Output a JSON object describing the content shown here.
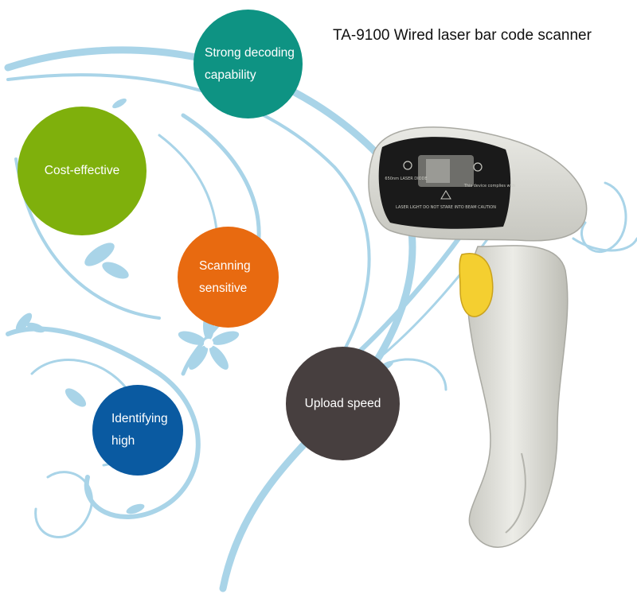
{
  "product_title": "TA-9100 Wired laser bar code scanner",
  "features": [
    {
      "label": "Strong decoding capability",
      "color": "#0e9383"
    },
    {
      "label": "Cost-effective",
      "color": "#7fb00c"
    },
    {
      "label": "Scanning sensitive",
      "color": "#e86a10"
    },
    {
      "label": "Identifying high",
      "color": "#0a5aa1"
    },
    {
      "label": "Upload speed",
      "color": "#473f3f"
    }
  ],
  "scanner_window": {
    "left_label": "650nm LASER DIODE",
    "warning": "LASER LIGHT DO NOT STARE INTO BEAM CAUTION",
    "right_label": "This device complies with"
  },
  "colors": {
    "swirl": "#a9d4e8",
    "scanner_body": "#dcdcd6",
    "scanner_trigger": "#f4cf30",
    "scanner_window": "#1a1a1a"
  }
}
